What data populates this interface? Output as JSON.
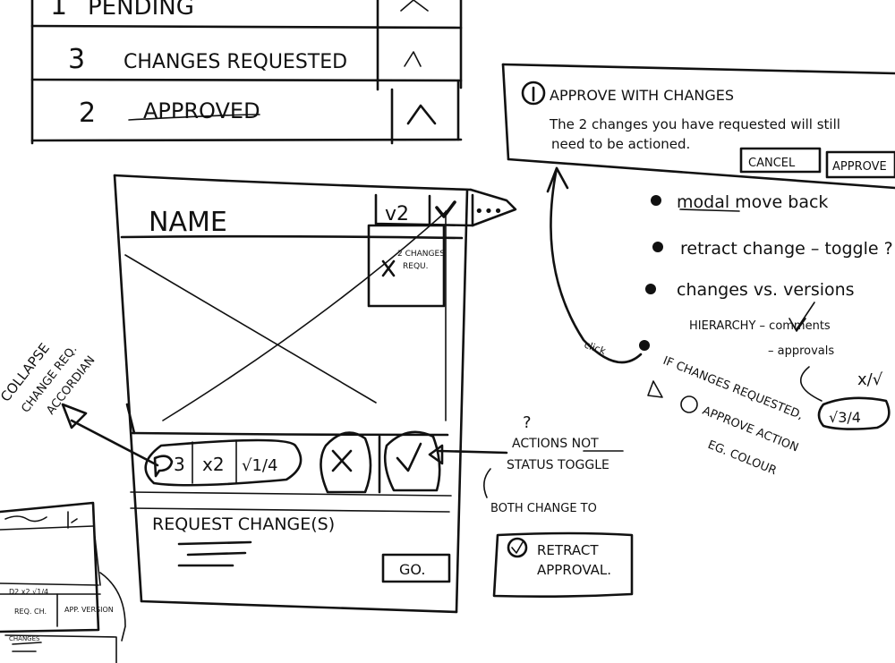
{
  "list": {
    "rows": [
      {
        "count": "1",
        "label": "PENDING"
      },
      {
        "count": "3",
        "label": "CHANGES REQUESTED"
      },
      {
        "count": "2",
        "label": "APPROVED"
      }
    ]
  },
  "card": {
    "name": "NAME",
    "version": "v2",
    "more": "•••",
    "image_badge_line1": "2 CHANGES",
    "image_badge_line2": "REQU.",
    "stat_comments": "3",
    "stat_changes": "x2",
    "stat_approvals": "√1/4",
    "request_title": "REQUEST CHANGE(S)",
    "go": "GO."
  },
  "modal": {
    "title": "APPROVE WITH CHANGES",
    "body_line1": "The 2 changes you have requested will still",
    "body_line2": "need to be actioned.",
    "cancel": "CANCEL",
    "approve": "APPROVE"
  },
  "notes": {
    "n1": "modal move back",
    "n2": "retract change – toggle ?",
    "n3": "changes vs. versions",
    "hierarchy1": "HIERARCHY – comments",
    "hierarchy2": "– approvals",
    "hierarchy_suffix": "x/√",
    "if1": "IF CHANGES REQUESTED,",
    "if2": "APPROVE ACTION",
    "if3": "EG. COLOUR",
    "pill": "√3/4",
    "click": "click",
    "collapse1": "COLLAPSE",
    "collapse2": "CHANGE REQ.",
    "collapse3": "ACCORDIAN",
    "actions1": "ACTIONS NOT",
    "actions2": "STATUS TOGGLE",
    "question": "?",
    "both": "BOTH CHANGE TO",
    "retract1": "RETRACT",
    "retract2": "APPROVAL."
  },
  "mini": {
    "stats": "D2  x2  √1/4",
    "reject_label": "REQ. CH.",
    "approve_label": "APP. VERSION",
    "footer_label": "CHANGES"
  }
}
